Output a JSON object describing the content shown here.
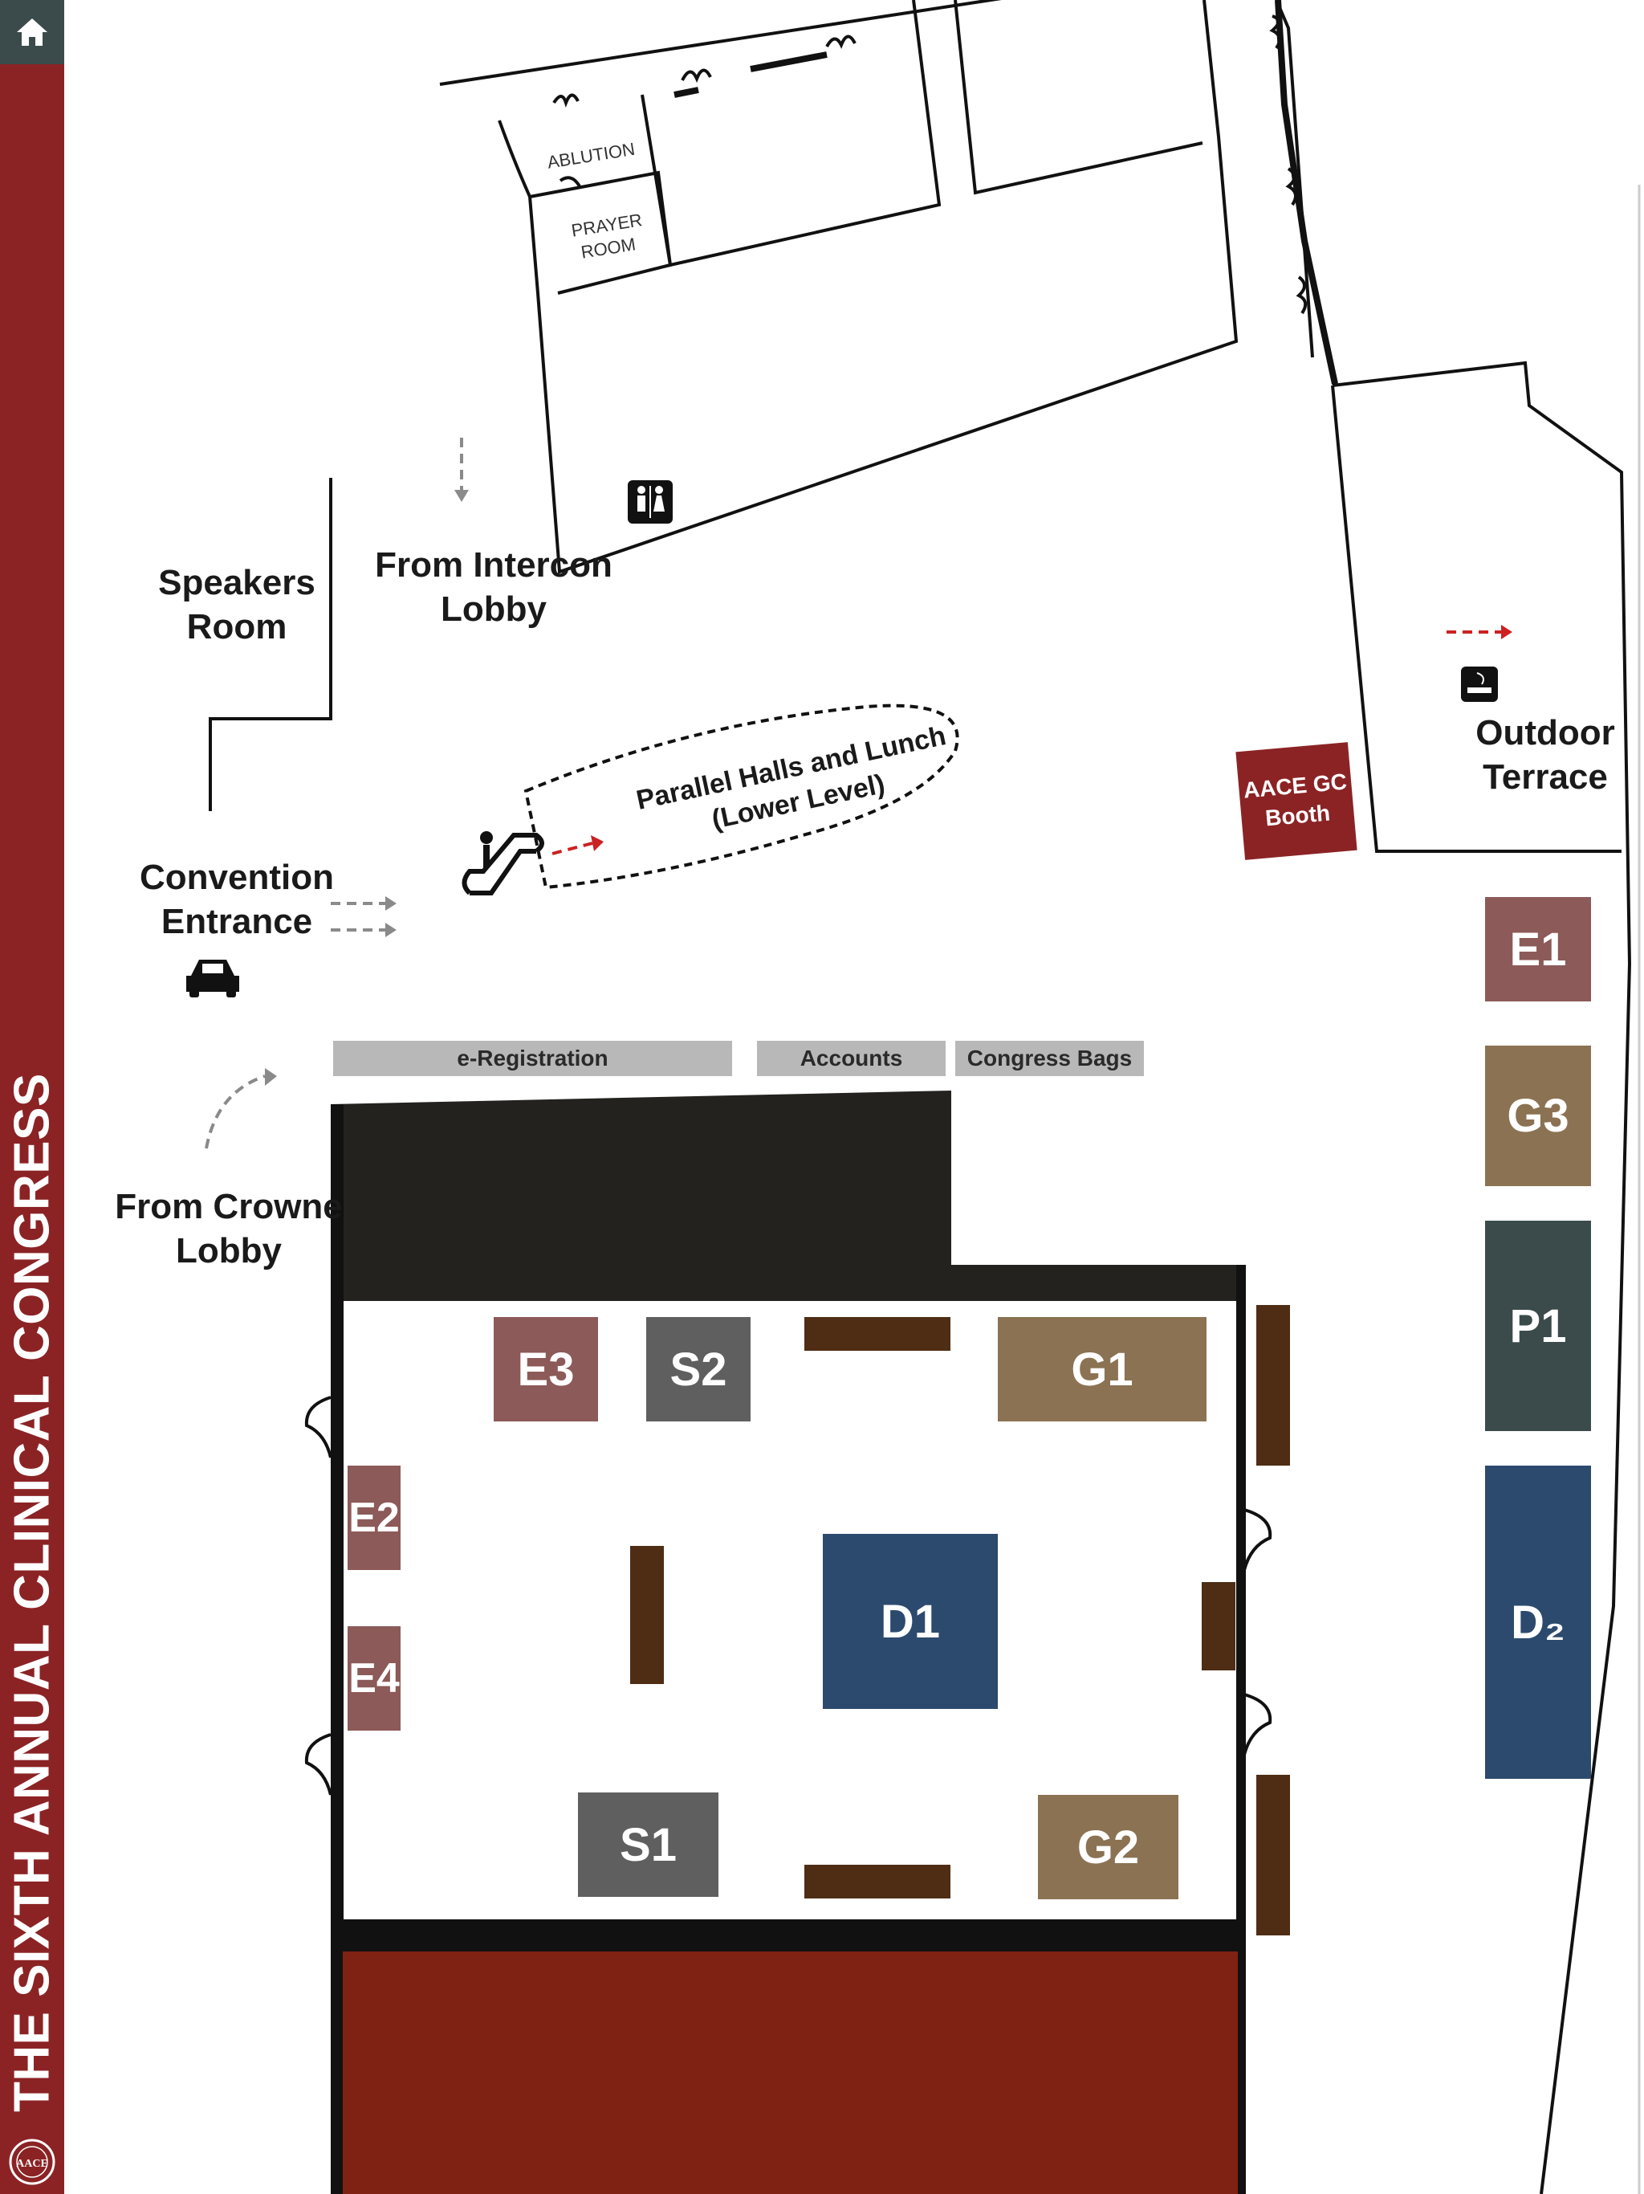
{
  "sidebar": {
    "title": "THE SIXTH ANNUAL CLINICAL CONGRESS",
    "home_icon": "home-icon",
    "seal_text": "AACE",
    "bg": "#8b2325"
  },
  "rooms": {
    "ablution": "ABLUTION",
    "prayer_line1": "PRAYER",
    "prayer_line2": "ROOM"
  },
  "labels": {
    "speakers_room_1": "Speakers",
    "speakers_room_2": "Room",
    "from_intercon_1": "From Intercon",
    "from_intercon_2": "Lobby",
    "convention_1": "Convention",
    "convention_2": "Entrance",
    "from_crowne_1": "From Crowne",
    "from_crowne_2": "Lobby",
    "parallel_1": "Parallel Halls and Lunch",
    "parallel_2": "(Lower Level)",
    "outdoor_1": "Outdoor",
    "outdoor_2": "Terrace",
    "aace_1": "AACE GC",
    "aace_2": "Booth"
  },
  "desks": {
    "registration": "e-Registration",
    "accounts": "Accounts",
    "bags": "Congress Bags"
  },
  "booths": [
    {
      "id": "E1",
      "label": "E1",
      "color": "#8c5a58"
    },
    {
      "id": "G3",
      "label": "G3",
      "color": "#8b7253"
    },
    {
      "id": "P1",
      "label": "P1",
      "color": "#3b4b4b"
    },
    {
      "id": "D2",
      "label": "D₂",
      "color": "#2c4a6e"
    },
    {
      "id": "E3",
      "label": "E3",
      "color": "#8c5a58"
    },
    {
      "id": "S2",
      "label": "S2",
      "color": "#5f5f5f"
    },
    {
      "id": "G1",
      "label": "G1",
      "color": "#8b7253"
    },
    {
      "id": "E2",
      "label": "E2",
      "color": "#8c5a58"
    },
    {
      "id": "E4",
      "label": "E4",
      "color": "#8c5a58"
    },
    {
      "id": "D1",
      "label": "D1",
      "color": "#2c4a6e"
    },
    {
      "id": "S1",
      "label": "S1",
      "color": "#5f5f5f"
    },
    {
      "id": "G2",
      "label": "G2",
      "color": "#8b7253"
    }
  ],
  "colors": {
    "table": "#4e2d14",
    "hall_floor": "#7f2213",
    "dark_block": "#23221e",
    "aace_booth": "#8b2325",
    "arrow_red": "#cc2222"
  }
}
